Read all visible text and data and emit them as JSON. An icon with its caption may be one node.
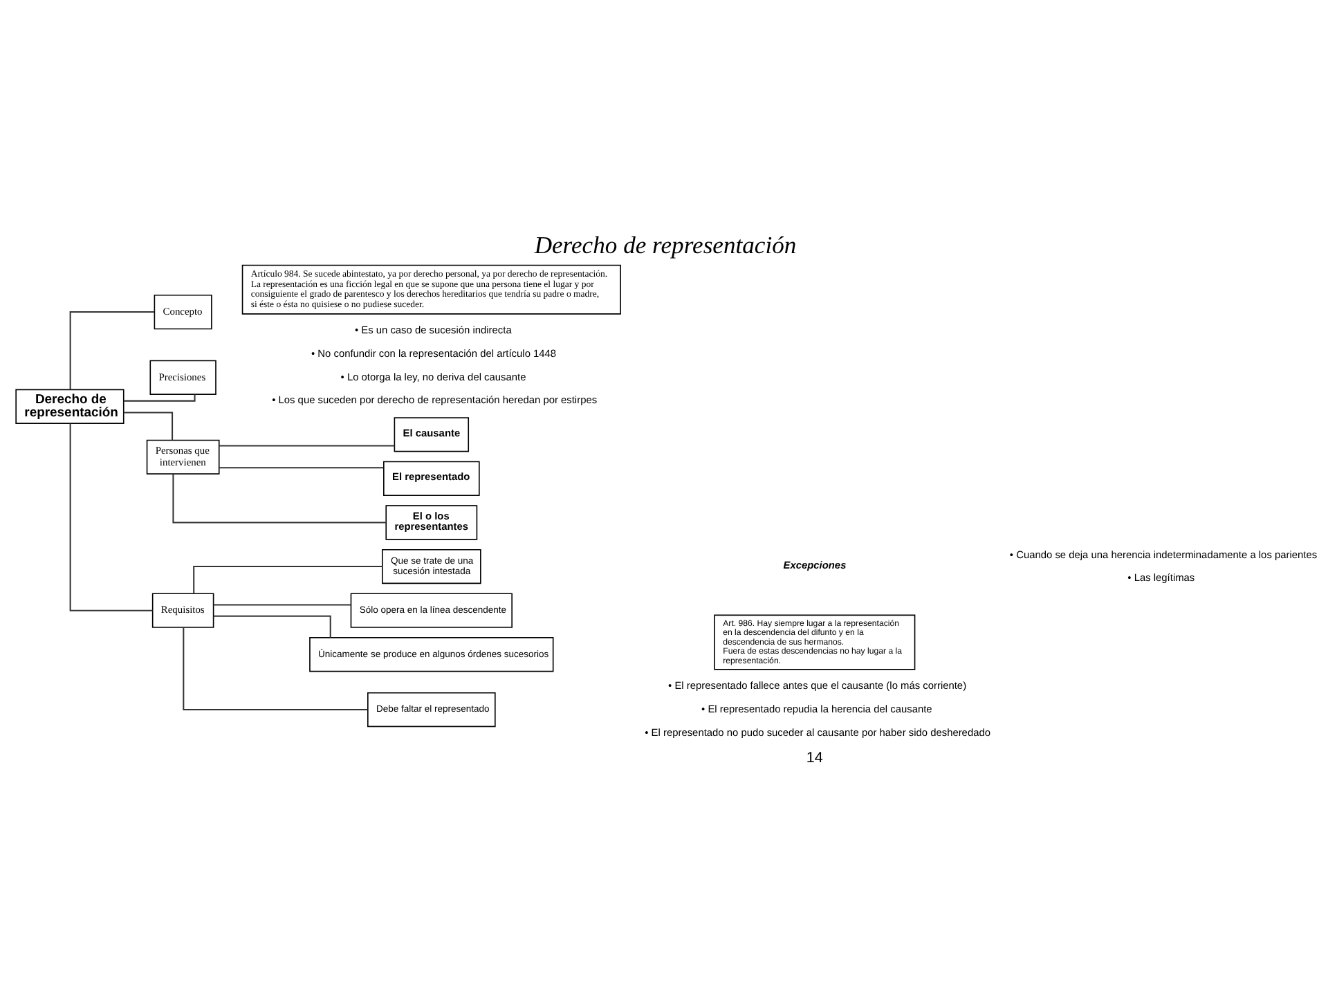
{
  "diagram": {
    "title": "Derecho de representación",
    "nodes": [
      {
        "text": [
          "Derecho de representación"
        ]
      },
      {
        "text": [
          "Concepto"
        ]
      },
      {
        "text": [
          "Artículo 984. Se sucede abintestato, ya por derecho personal, ya por derecho de representación.",
          "La representación es una ficción legal en que se supone que una persona tiene el lugar y por consiguiente el grado de parentesco y los derechos hereditarios que tendría su padre o madre, si éste o ésta no quisiese o no pudiese suceder."
        ]
      },
      {
        "text": [
          "Precisiones"
        ]
      },
      {
        "text": [
          "Personas que intervienen"
        ]
      },
      {
        "text": [
          "El causante"
        ]
      },
      {
        "text": [
          "El representado"
        ]
      },
      {
        "text": [
          "El o los representantes"
        ]
      },
      {
        "text": [
          "Requisitos"
        ]
      },
      {
        "text": [
          "Que se trate de una sucesión intestada"
        ]
      },
      {
        "text": [
          "Sólo opera en la línea descendente"
        ]
      },
      {
        "text": [
          "Únicamente se produce en algunos órdenes sucesorios"
        ]
      },
      {
        "text": [
          "Debe faltar el representado"
        ]
      },
      {
        "text": [
          "Art. 986. Hay siempre lugar a la representación en la descendencia del difunto y en la descendencia de sus hermanos.",
          "Fuera de estas descendencias no hay lugar a la representación."
        ]
      }
    ],
    "edges": [
      {
        "from": 0,
        "to": 1,
        "arrow": "none"
      },
      {
        "from": 0,
        "to": 3,
        "arrow": "none"
      },
      {
        "from": 0,
        "to": 4,
        "arrow": "none"
      },
      {
        "from": 0,
        "to": 8,
        "arrow": "none"
      },
      {
        "from": 4,
        "to": 5,
        "arrow": "none"
      },
      {
        "from": 4,
        "to": 6,
        "arrow": "none"
      },
      {
        "from": 4,
        "to": 7,
        "arrow": "none"
      },
      {
        "from": 8,
        "to": 9,
        "arrow": "none"
      },
      {
        "from": 8,
        "to": 10,
        "arrow": "none"
      },
      {
        "from": 8,
        "to": 11,
        "arrow": "none"
      },
      {
        "from": 8,
        "to": 12,
        "arrow": "none"
      }
    ],
    "labels": [
      "• Es un caso de sucesión indirecta",
      "• No confundir con la representación del artículo 1448",
      "• Lo otorga la ley, no deriva del causante",
      "• Los que suceden por derecho de representación heredan por estirpes",
      "Excepciones",
      "• Cuando se deja una herencia indeterminadamente a los parientes",
      "• Las legítimas",
      "• El representado fallece antes que el causante (lo más corriente)",
      "• El representado repudia la herencia del causante",
      "• El representado no pudo suceder al causante por haber sido desheredado",
      "14"
    ]
  }
}
